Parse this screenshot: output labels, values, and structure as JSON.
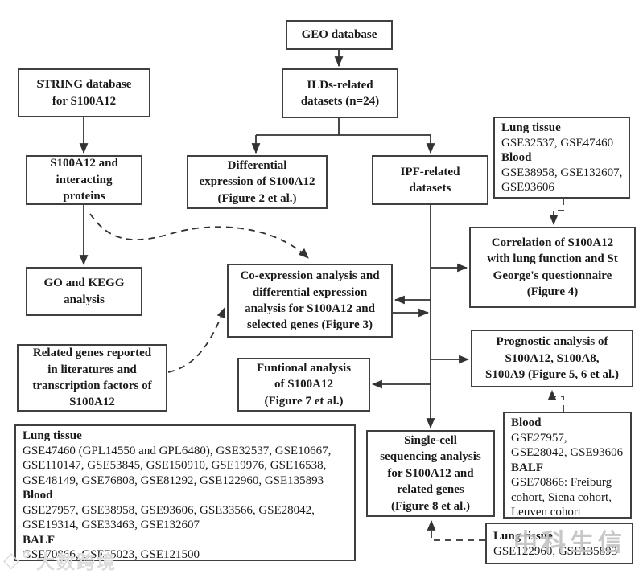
{
  "colors": {
    "background": "#ffffff",
    "box_border": "#404040",
    "connector": "#333333",
    "text": "#1a1a1a",
    "watermark_left": "#dcdcdc",
    "watermark_right": "#c2c2c2"
  },
  "nodes": {
    "geo_database": {
      "lines": [
        {
          "text": "GEO database",
          "bold": true
        }
      ]
    },
    "ilds_datasets": {
      "lines": [
        {
          "text": "ILDs-related",
          "bold": true
        },
        {
          "text": "datasets (n=24)",
          "bold": true
        }
      ]
    },
    "string_database": {
      "lines": [
        {
          "text": "STRING database",
          "bold": true
        },
        {
          "text": "for S100A12",
          "bold": true
        }
      ]
    },
    "top_right_datasets": {
      "lines": [
        {
          "text": "Lung tissue",
          "bold": true
        },
        {
          "text": "GSE32537, GSE47460",
          "bold": false
        },
        {
          "text": "Blood",
          "bold": true
        },
        {
          "text": "GSE38958, GSE132607,",
          "bold": false
        },
        {
          "text": "GSE93606",
          "bold": false
        }
      ]
    },
    "s100a12_proteins": {
      "lines": [
        {
          "text": "S100A12 and",
          "bold": true
        },
        {
          "text": "interacting",
          "bold": true
        },
        {
          "text": "proteins",
          "bold": true
        }
      ]
    },
    "differential_expression": {
      "lines": [
        {
          "text": "Differential",
          "bold": true
        },
        {
          "text": "expression of S100A12",
          "bold": true
        },
        {
          "text": "(Figure 2 et al.)",
          "bold": true
        }
      ]
    },
    "ipf_datasets": {
      "lines": [
        {
          "text": "IPF-related",
          "bold": true
        },
        {
          "text": "datasets",
          "bold": true
        }
      ]
    },
    "correlation": {
      "lines": [
        {
          "text": "Correlation of S100A12",
          "bold": true
        },
        {
          "text": "with lung function and St",
          "bold": true
        },
        {
          "text": "George's questionnaire",
          "bold": true
        },
        {
          "text": "(Figure 4)",
          "bold": true
        }
      ]
    },
    "go_kegg": {
      "lines": [
        {
          "text": "GO and KEGG",
          "bold": true
        },
        {
          "text": "analysis",
          "bold": true
        }
      ]
    },
    "co_expression": {
      "lines": [
        {
          "text": "Co-expression analysis and",
          "bold": true
        },
        {
          "text": "differential expression",
          "bold": true
        },
        {
          "text": "analysis for S100A12 and",
          "bold": true
        },
        {
          "text": "selected genes (Figure 3)",
          "bold": true
        }
      ]
    },
    "prognostic": {
      "lines": [
        {
          "text": "Prognostic analysis of",
          "bold": true
        },
        {
          "text": "S100A12, S100A8,",
          "bold": true
        },
        {
          "text": "S100A9 (Figure 5, 6 et al.)",
          "bold": true
        }
      ]
    },
    "related_genes": {
      "lines": [
        {
          "text": "Related genes reported",
          "bold": true
        },
        {
          "text": "in literatures and",
          "bold": true
        },
        {
          "text": "transcription factors of",
          "bold": true
        },
        {
          "text": "S100A12",
          "bold": true
        }
      ]
    },
    "funtional_analysis": {
      "lines": [
        {
          "text": "Funtional analysis",
          "bold": true
        },
        {
          "text": "of S100A12",
          "bold": true
        },
        {
          "text": "(Figure 7 et al.)",
          "bold": true
        }
      ]
    },
    "big_datasets": {
      "lines": [
        {
          "text": "Lung tissue",
          "bold": true
        },
        {
          "text": "GSE47460 (GPL14550 and GPL6480), GSE32537, GSE10667,",
          "bold": false
        },
        {
          "text": "GSE110147, GSE53845, GSE150910, GSE19976, GSE16538,",
          "bold": false
        },
        {
          "text": "GSE48149, GSE76808, GSE81292, GSE122960, GSE135893",
          "bold": false
        },
        {
          "text": "Blood",
          "bold": true
        },
        {
          "text": "GSE27957, GSE38958, GSE93606, GSE33566, GSE28042,",
          "bold": false
        },
        {
          "text": "GSE19314, GSE33463, GSE132607",
          "bold": false
        },
        {
          "text": "BALF",
          "bold": true
        },
        {
          "text": "GSE70866, GSE75023, GSE121500",
          "bold": false
        }
      ]
    },
    "single_cell": {
      "lines": [
        {
          "text": "Single-cell",
          "bold": true
        },
        {
          "text": "sequencing analysis",
          "bold": true
        },
        {
          "text": "for S100A12 and",
          "bold": true
        },
        {
          "text": "related genes",
          "bold": true
        },
        {
          "text": "(Figure 8 et al.)",
          "bold": true
        }
      ]
    },
    "br_blood_balf": {
      "lines": [
        {
          "text": "Blood",
          "bold": true
        },
        {
          "text": "GSE27957,",
          "bold": false
        },
        {
          "text": "GSE28042, GSE93606",
          "bold": false
        },
        {
          "text": "BALF",
          "bold": true
        },
        {
          "text": "GSE70866: Freiburg",
          "bold": false
        },
        {
          "text": "cohort, Siena cohort,",
          "bold": false
        },
        {
          "text": "Leuven cohort",
          "bold": false
        }
      ]
    },
    "br_lung_tissue": {
      "lines": [
        {
          "text": "Lung tissue",
          "bold": true
        },
        {
          "text": "GSE122960, GSE135893",
          "bold": false
        }
      ]
    }
  },
  "watermarks": {
    "bottom_left_logo": "diamond-logo",
    "bottom_left_text": "大数跨境",
    "bottom_right_text": "中科生信"
  }
}
